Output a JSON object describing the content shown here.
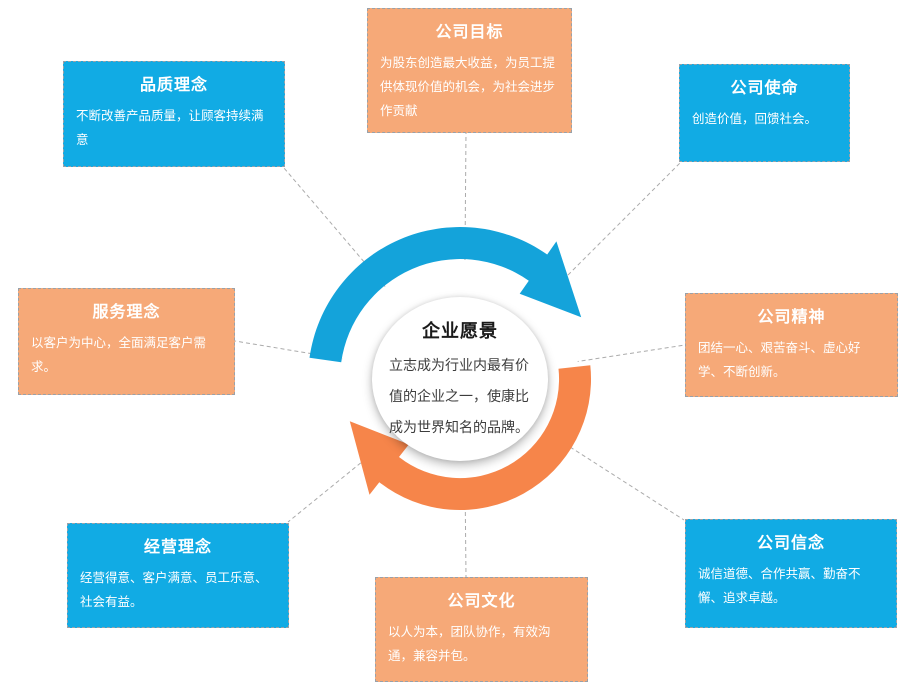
{
  "diagram": {
    "center": {
      "title": "企业愿景",
      "body": "立志成为行业内最有价值的企业之一，使康比成为世界知名的品牌。"
    },
    "nodes": [
      {
        "id": "company-goal",
        "position": "top",
        "color": "orange",
        "title": "公司目标",
        "body": "为股东创造最大收益，为员工提供体现价值的机会，为社会进步作贡献"
      },
      {
        "id": "quality-philosophy",
        "position": "top-left",
        "color": "blue",
        "title": "品质理念",
        "body": "不断改善产品质量，让顾客持续满意"
      },
      {
        "id": "company-mission",
        "position": "top-right",
        "color": "blue",
        "title": "公司使命",
        "body": "创造价值，回馈社会。"
      },
      {
        "id": "service-philosophy",
        "position": "left",
        "color": "orange",
        "title": "服务理念",
        "body": "以客户为中心，全面满足客户需求。"
      },
      {
        "id": "company-spirit",
        "position": "right",
        "color": "orange",
        "title": "公司精神",
        "body": "团结一心、艰苦奋斗、虚心好学、不断创新。"
      },
      {
        "id": "business-philosophy",
        "position": "bottom-left",
        "color": "blue",
        "title": "经营理念",
        "body": "经营得意、客户满意、员工乐意、社会有益。"
      },
      {
        "id": "company-belief",
        "position": "bottom-right",
        "color": "blue",
        "title": "公司信念",
        "body": "诚信道德、合作共赢、勤奋不懈、追求卓越。"
      },
      {
        "id": "company-culture",
        "position": "bottom",
        "color": "orange",
        "title": "公司文化",
        "body": "以人为本，团队协作，有效沟通，兼容并包。"
      }
    ],
    "colors": {
      "blue_box": "#11abe4",
      "orange_box": "#f6a978",
      "blue_arrow": "#14a3da",
      "orange_arrow": "#f6854a",
      "connector_line": "#ababab",
      "box_border": "#9aa1a8",
      "center_title_text": "#1a1a1a",
      "center_body_text": "#3d3d3d"
    }
  }
}
